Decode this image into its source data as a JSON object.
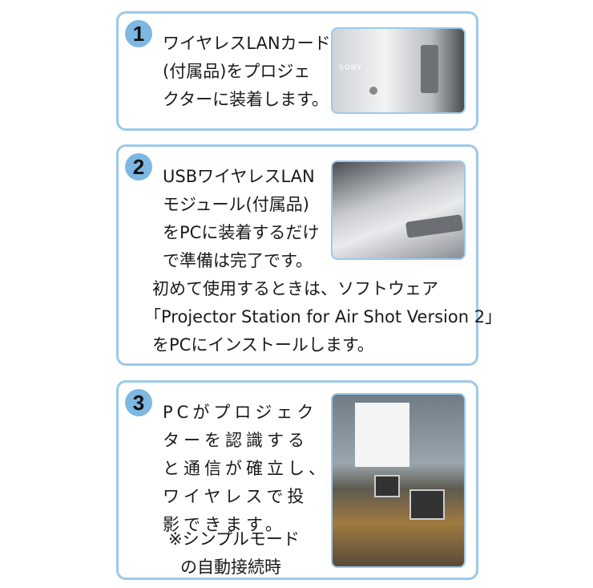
{
  "steps": [
    {
      "number": "1",
      "lines": [
        "ワイヤレスLANカード",
        "(付属品)をプロジェ",
        "クターに装着します。"
      ],
      "image_label": "SONY"
    },
    {
      "number": "2",
      "lines": [
        "USBワイヤレスLAN",
        "モジュール(付属品)",
        "をPCに装着するだけ",
        "で準備は完了です。"
      ],
      "extra_lines": [
        "初めて使用するときは、ソフトウェア",
        "「Projector Station for Air Shot Version 2」",
        "をPCにインストールします。"
      ]
    },
    {
      "number": "3",
      "lines": [
        "PCがプロジェク",
        "ターを認識する",
        "と通信が確立し、",
        "ワイヤレスで投",
        "影できます。"
      ],
      "note_lines": [
        "※シンプルモード",
        "の自動接続時"
      ]
    }
  ]
}
